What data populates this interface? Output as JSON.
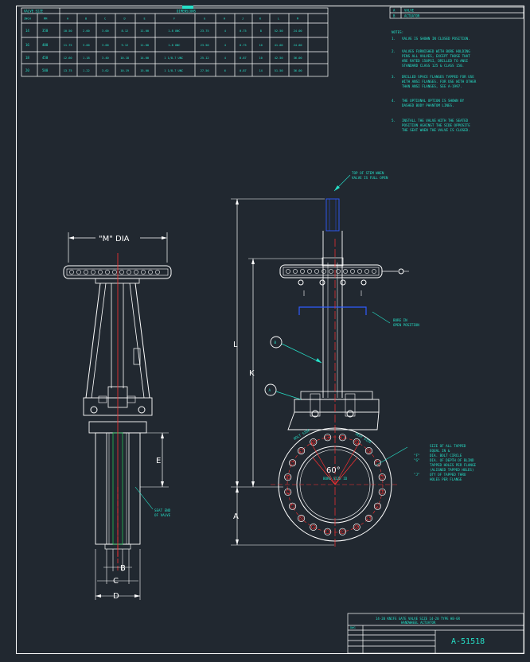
{
  "table": {
    "header_valve_size": "VALVE SIZE",
    "header_dimensions": "DIMENSIONS",
    "col_inch": "INCH",
    "col_mm": "MM",
    "columns": [
      "A",
      "B",
      "C",
      "D",
      "E",
      "F",
      "G",
      "H",
      "J",
      "K",
      "L",
      "M"
    ],
    "rows": [
      {
        "inch": "14",
        "mm": "350",
        "cells": [
          "10.50",
          "2.00",
          "3.00",
          "8.12",
          "11.00",
          "1-8 UNC",
          "23.75",
          "4",
          "0.75",
          "8",
          "52.50",
          "24.00"
        ]
      },
      {
        "inch": "16",
        "mm": "400",
        "cells": [
          "11.75",
          "3.00",
          "3.00",
          "9.12",
          "11.00",
          "1-8 UNC",
          "23.50",
          "4",
          "0.75",
          "10",
          "41.00",
          "24.00"
        ]
      },
      {
        "inch": "18",
        "mm": "450",
        "cells": [
          "12.60",
          "1.18",
          "3.40",
          "10.18",
          "14.00",
          "1 1/8-7 UNC",
          "25.12",
          "4",
          "0.87",
          "10",
          "42.50",
          "36.00"
        ]
      },
      {
        "inch": "20",
        "mm": "500",
        "cells": [
          "13.75",
          "1.22",
          "3.62",
          "10.19",
          "15.00",
          "1 1/8-7 UNC",
          "27.50",
          "6",
          "0.87",
          "14",
          "51.50",
          "36.00"
        ]
      }
    ]
  },
  "legend": [
    {
      "key": "A",
      "text": "VALVE"
    },
    {
      "key": "B",
      "text": "ACTUATOR"
    }
  ],
  "notes_title": "NOTES:",
  "notes": [
    {
      "n": "1.",
      "lines": [
        "VALVE IS SHOWN IN CLOSED POSITION."
      ]
    },
    {
      "n": "2.",
      "lines": [
        "VALVES FURNISHED WITH BORE HOLDING",
        "PINS ALL VALVES, EXCEPT THOSE THAT",
        "ARE RATED 150PSI, DRILLED TO ANSI",
        "STANDARD CLASS 125 & CLASS 150."
      ]
    },
    {
      "n": "3.",
      "lines": [
        "DRILLED SPACE FLANGES TAPPED FOR USE",
        "WITH ANSI FLANGES. FOR USE WITH OTHER",
        "THAN ANSI FLANGES, SEE A-1997."
      ]
    },
    {
      "n": "4.",
      "lines": [
        "THE OPTIONAL OPTION IS SHOWN BY",
        "DASHED BODY PHANTOM LINES."
      ]
    },
    {
      "n": "5.",
      "lines": [
        "INSTALL THE VALVE WITH THE SEATED",
        "POSITION AGAINST THE SIDE OPPOSITE",
        "THE SEAT WHEN THE VALVE IS CLOSED."
      ]
    }
  ],
  "callouts": {
    "stem_top": [
      "TOP OF STEM WHEN",
      "VALVE IS FULL OPEN"
    ],
    "bore_position": [
      "BORE IN",
      "OPEN POSITION"
    ],
    "seat_end": [
      "SEAT END",
      "OF VALVE"
    ],
    "holes_title": "SIZE OF ALL TAPPED",
    "holes_subtitle": "EQUAL IN &",
    "holes": [
      {
        "k": "\"F\"",
        "t": "DIA. BOLT CIRCLE"
      },
      {
        "k": "\"G\"",
        "t": "DIA. OF DEPTH OF BLIND"
      },
      {
        "k": "",
        "t": "TAPPED HOLES PER FLANGE"
      },
      {
        "k": "",
        "t": "(ALIGNED TAPPED HOLES)"
      },
      {
        "k": "\"J\"",
        "t": "QTY OF TAPPED THRU"
      },
      {
        "k": "",
        "t": "HOLES PER FLANGE"
      }
    ],
    "flange_left": "BOLT SIDE",
    "flange_right": "SEAT SIDE",
    "bore_label": "BORE SIZE ID",
    "angle": "60°",
    "dia_label": "\"M\" DIA",
    "balloon_a": "A",
    "balloon_b": "B"
  },
  "dims": {
    "L": "L",
    "K": "K",
    "A": "A",
    "E": "E",
    "B": "B",
    "C": "C",
    "D": "D"
  },
  "title_block": {
    "line1": "14-20 KNIFE GATE VALVE SIZE 14-20 TYPE HB-GR",
    "line2": "HANDWHEEL ACTUATOR",
    "label": "DWG",
    "drawing_number": "A-51518"
  }
}
